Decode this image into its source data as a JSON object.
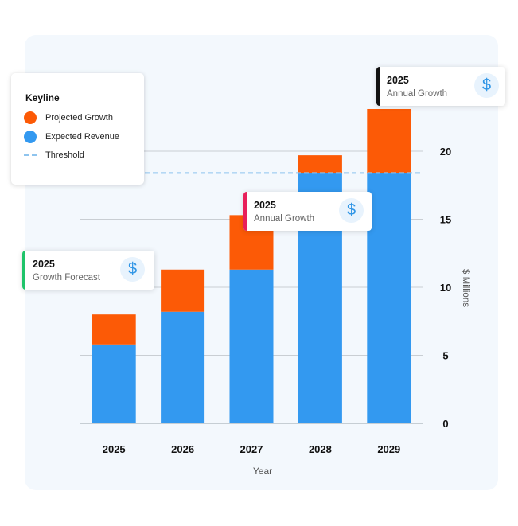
{
  "chart_data": {
    "type": "bar",
    "stacked": true,
    "categories": [
      "2025",
      "2026",
      "2027",
      "2028",
      "2029"
    ],
    "series": [
      {
        "name": "Expected Revenue",
        "values": [
          5.8,
          8.2,
          11.3,
          18.4,
          18.4
        ],
        "color": "#3399f0"
      },
      {
        "name": "Projected Growth",
        "values": [
          2.2,
          3.1,
          4.0,
          1.3,
          4.7
        ],
        "color": "#fc5a06"
      }
    ],
    "threshold": {
      "name": "Threshold",
      "value": 18.4,
      "color": "#8fc4ee"
    },
    "yticks": [
      "0",
      "5",
      "10",
      "15",
      "20"
    ],
    "ylim": [
      0,
      23
    ],
    "xlabel": "Year",
    "ylabel": "$ Millions",
    "grid": true,
    "legend_position": "top-left"
  },
  "legend": {
    "title": "Keyline",
    "items": [
      {
        "label": "Projected Growth",
        "color": "#fc5a06"
      },
      {
        "label": "Expected Revenue",
        "color": "#3399f0"
      },
      {
        "label": "Threshold",
        "color": "#8fc4ee"
      }
    ]
  },
  "cards": [
    {
      "title": "2025",
      "subtitle": "Growth Forecast",
      "icon": "dollar-icon",
      "symbol": "$",
      "accent": "#1fc46a"
    },
    {
      "title": "2025",
      "subtitle": "Annual Growth",
      "icon": "dollar-icon",
      "symbol": "$",
      "accent": "#e81f5a"
    },
    {
      "title": "2025",
      "subtitle": "Annual Growth",
      "icon": "dollar-icon",
      "symbol": "$",
      "accent": "#111111"
    }
  ]
}
